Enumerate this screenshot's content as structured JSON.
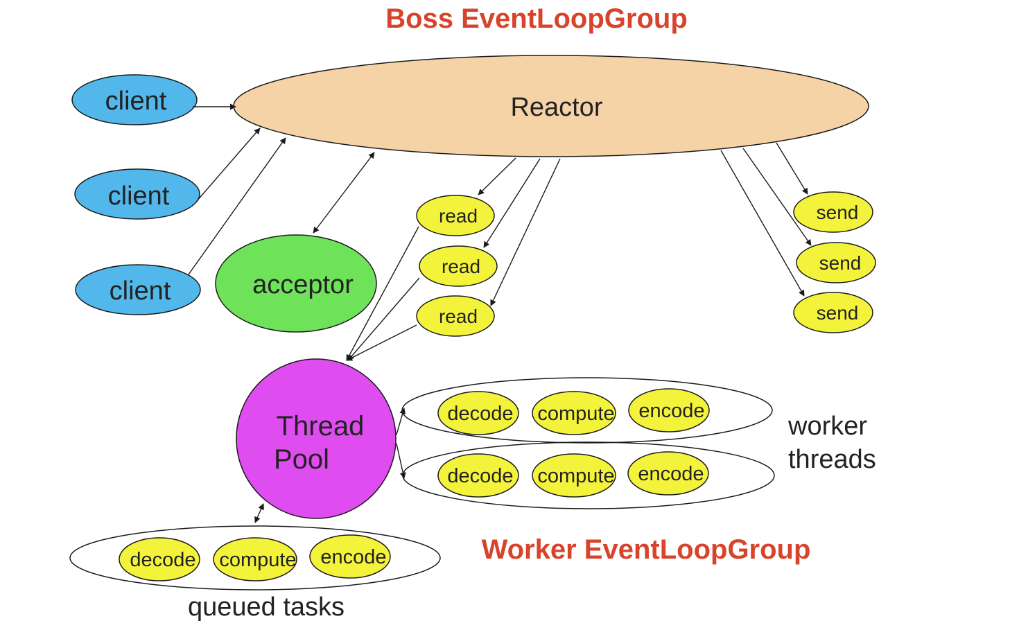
{
  "titles": {
    "boss": "Boss EventLoopGroup",
    "worker": "Worker EventLoopGroup"
  },
  "nodes": {
    "reactor": "Reactor",
    "clients": [
      "client",
      "client",
      "client"
    ],
    "acceptor": "acceptor",
    "reads": [
      "read",
      "read",
      "read"
    ],
    "sends": [
      "send",
      "send",
      "send"
    ],
    "thread_pool": [
      "Thread",
      "Pool"
    ]
  },
  "task_groups": {
    "worker_row_1": [
      "decode",
      "compute",
      "encode"
    ],
    "worker_row_2": [
      "decode",
      "compute",
      "encode"
    ],
    "queued": [
      "decode",
      "compute",
      "encode"
    ]
  },
  "captions": {
    "worker_threads": [
      "worker",
      "threads"
    ],
    "queued_tasks": "queued tasks"
  },
  "colors": {
    "title": "#d8432b",
    "reactor": "#f5d3a6",
    "client": "#52b7eb",
    "acceptor": "#6ee359",
    "task": "#f4f33c",
    "thread_pool": "#df4cf0",
    "stroke": "#1a1a1a"
  }
}
